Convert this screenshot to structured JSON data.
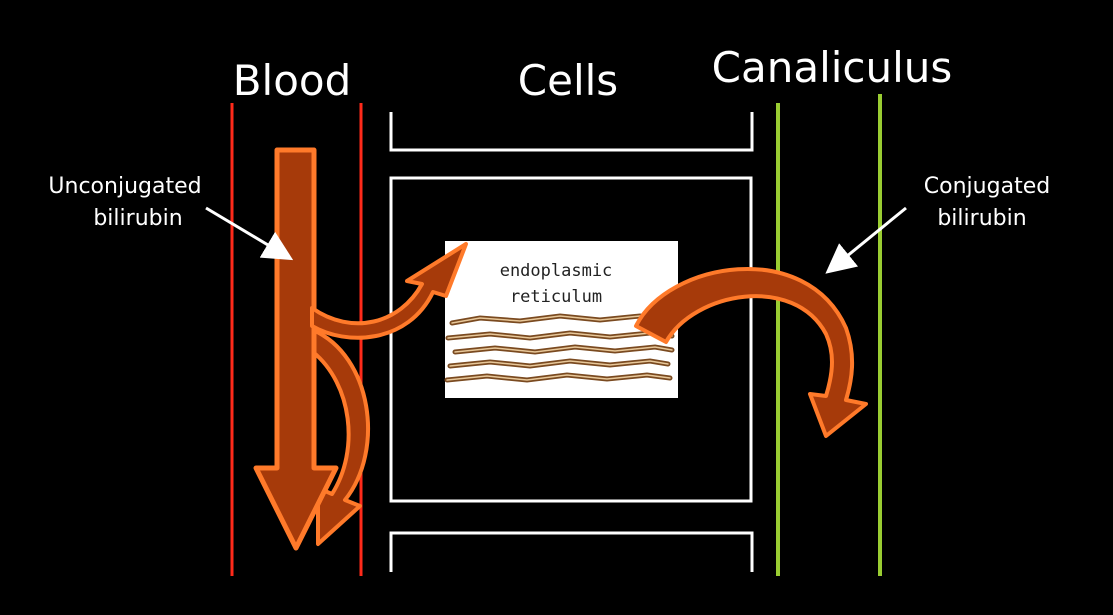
{
  "diagram": {
    "headers": {
      "blood": "Blood",
      "cells": "Cells",
      "canaliculus": "Canaliculus"
    },
    "labels": {
      "unconjugated_line1": "Unconjugated",
      "unconjugated_line2": "bilirubin",
      "conjugated_line1": "Conjugated",
      "conjugated_line2": "bilirubin"
    },
    "organelle": {
      "line1": "endoplasmic",
      "line2": "reticulum"
    },
    "colors": {
      "blood_boundary": "#ff2a1a",
      "canaliculus_boundary": "#9acd32",
      "arrow_fill": "#a63a0a",
      "arrow_outline": "#ff7a2a",
      "er_membrane": "#7a4a20",
      "background": "#000000",
      "line_white": "#ffffff"
    }
  }
}
